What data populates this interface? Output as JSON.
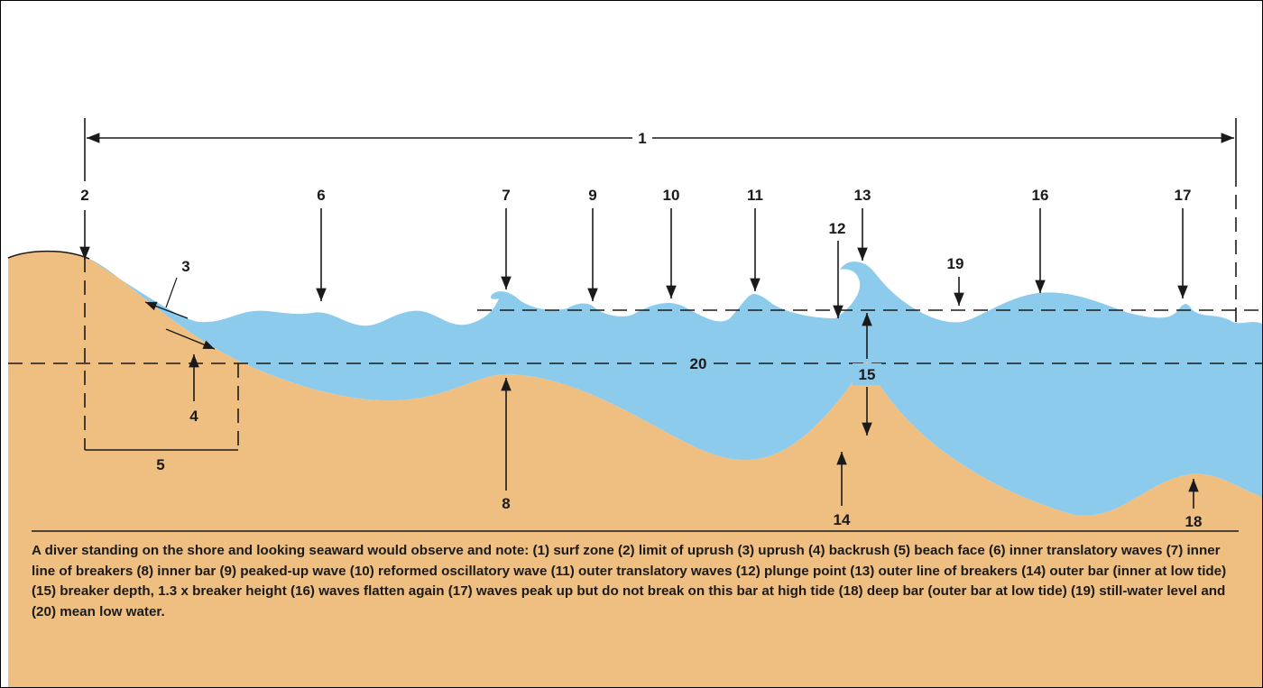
{
  "colors": {
    "sand": "#efbf82",
    "water": "#8ccbec",
    "line": "#1a1a1a",
    "background": "#ffffff"
  },
  "labels": {
    "l1": "1",
    "l2": "2",
    "l3": "3",
    "l4": "4",
    "l5": "5",
    "l6": "6",
    "l7": "7",
    "l8": "8",
    "l9": "9",
    "l10": "10",
    "l11": "11",
    "l12": "12",
    "l13": "13",
    "l14": "14",
    "l15": "15",
    "l16": "16",
    "l17": "17",
    "l18": "18",
    "l19": "19",
    "l20": "20"
  },
  "caption": "A diver standing on the shore and looking seaward would observe and note: (1) surf zone (2) limit of uprush (3) uprush (4) backrush (5) beach face (6) inner translatory waves (7) inner line of breakers (8) inner bar (9) peaked-up wave (10) reformed oscillatory wave (11) outer translatory waves (12) plunge point (13) outer line of breakers (14) outer bar (inner at low tide) (15) breaker depth, 1.3 x breaker height (16) waves flatten again (17) waves peak up but do not break on this bar at high tide (18) deep bar (outer bar at low tide) (19) still-water level and (20) mean low water."
}
